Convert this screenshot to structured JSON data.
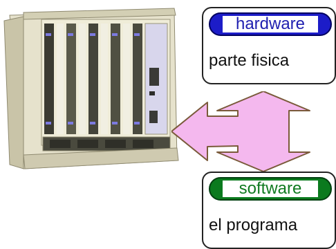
{
  "hardware": {
    "title": "hardware",
    "description": "parte fisica",
    "color": "#1c1cc8"
  },
  "software": {
    "title": "software",
    "description": "el programa",
    "color": "#0b7a1e"
  },
  "arrow": {
    "fill": "#f4b8ee",
    "stroke": "#7a5a3a"
  },
  "icons": {
    "rack": "server-rack-icon"
  }
}
